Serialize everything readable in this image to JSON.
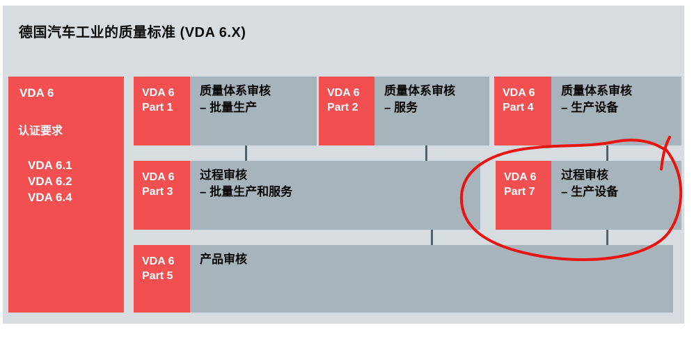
{
  "page": {
    "title": "德国汽车工业的质量标准 (VDA 6.X)"
  },
  "sidebar": {
    "heading": "VDA 6",
    "subheading": "认证要求",
    "items": [
      "VDA 6.1",
      "VDA 6.2",
      "VDA 6.4"
    ]
  },
  "grid": {
    "cells": [
      {
        "part_line1": "VDA 6",
        "part_line2": "Part 1",
        "desc_line1": "质量体系审核",
        "desc_line2": "– 批量生产"
      },
      {
        "part_line1": "VDA 6",
        "part_line2": "Part 2",
        "desc_line1": "质量体系审核",
        "desc_line2": "– 服务"
      },
      {
        "part_line1": "VDA 6",
        "part_line2": "Part 4",
        "desc_line1": "质量体系审核",
        "desc_line2": "– 生产设备"
      },
      {
        "part_line1": "VDA 6",
        "part_line2": "Part 3",
        "desc_line1": "过程审核",
        "desc_line2": "– 批量生产和服务"
      },
      {
        "part_line1": "VDA 6",
        "part_line2": "Part 7",
        "desc_line1": "过程审核",
        "desc_line2": "– 生产设备"
      },
      {
        "part_line1": "VDA 6",
        "part_line2": "Part 5",
        "desc_line1": "产品审核",
        "desc_line2": ""
      }
    ]
  },
  "annotation": {
    "type": "hand-drawn-circle",
    "target": "VDA 6 Part 7",
    "color": "#e81412"
  },
  "colors": {
    "red_box": "#f14f50",
    "gray_box": "#a8b4bc",
    "slide_background": "#d6dcdf",
    "connector": "#4e626c",
    "text_on_red": "#ffffff",
    "text_on_gray": "#050505"
  }
}
